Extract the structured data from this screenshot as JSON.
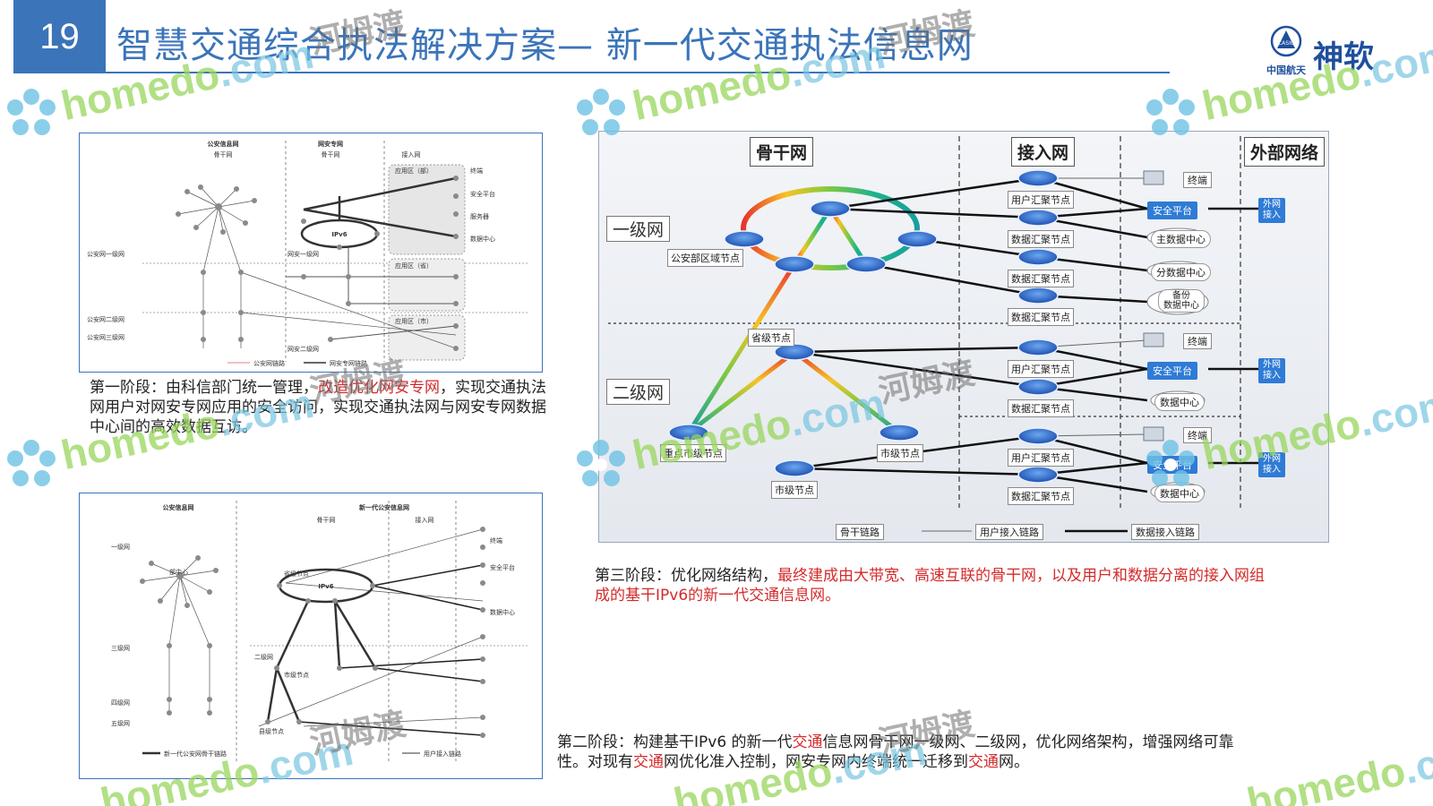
{
  "header": {
    "page_number": "19",
    "title": "智慧交通综合执法解决方案— 新一代交通执法信息网",
    "logo_text": "神软",
    "logo_sub": "中国航天",
    "logo_mark": "CASIC"
  },
  "watermark": {
    "brand": "homedo",
    "dotcom": ".com",
    "cn": "河姆渡"
  },
  "panel_top_left": {
    "headers": [
      "公安信息网",
      "网安专网",
      "接入网"
    ],
    "sub_headers": [
      "骨干网",
      "骨干网"
    ],
    "ipv6": "IPv6",
    "rows": [
      "公安网一级网",
      "网安一级网",
      "公安网二级网",
      "公安网三级网",
      "网安二级网"
    ],
    "legend": [
      "公安网链路",
      "网安专网链路"
    ],
    "sections": [
      "应用区（部）",
      "应用区（省）",
      "应用区（市）"
    ],
    "terminals": [
      "终端",
      "安全平台",
      "服务器",
      "数据中心"
    ]
  },
  "caption_stage1": {
    "before": "第一阶段：由科信部门统一管理，",
    "highlight": "改造优化网安专网",
    "after": "，实现交通执法网用户对网安专网应用的安全访问，实现交通执法网与网安专网数据中心间的高效数据互访。"
  },
  "panel_bottom_left": {
    "headers": [
      "公安信息网",
      "新一代公安信息网"
    ],
    "sub_headers": [
      "骨干网",
      "接入网"
    ],
    "ipv6": "IPv6",
    "rows": [
      "一级网",
      "二级网",
      "三级网",
      "四级网",
      "五级网"
    ],
    "nodes": [
      "部中心",
      "省级节点",
      "市级节点",
      "县级节点"
    ],
    "legend": [
      "新一代公安网骨干链路",
      "用户接入链路"
    ],
    "terminals": [
      "终端",
      "安全平台",
      "数据中心"
    ]
  },
  "caption_stage2": {
    "p1": "第二阶段：构建基干IPv6 的新一代",
    "r1": "交通",
    "p2": "信息网骨干网一级网、二级网，优化网络架构，增强网络可靠性。对现有",
    "r2": "交通",
    "p3": "网优化准入控制，网安专网内终端统一迁移到",
    "r3": "交通",
    "p4": "网。"
  },
  "main_diagram": {
    "headers": {
      "backbone": "骨干网",
      "access": "接入网",
      "external": "外部网络"
    },
    "levels": {
      "level1": "一级网",
      "level2": "二级网"
    },
    "nodes": {
      "ministry": "公安部区域节点",
      "province": "省级节点",
      "key_city": "重点市级节点",
      "city_a": "市级节点",
      "city_b": "市级节点"
    },
    "access_nodes": {
      "a1": "用户汇聚节点",
      "a2": "数据汇聚节点",
      "a3": "数据汇聚节点",
      "a4": "数据汇聚节点",
      "b1": "用户汇聚节点",
      "b2": "数据汇聚节点",
      "c1": "用户汇聚节点",
      "c2": "数据汇聚节点"
    },
    "terminals": {
      "t1": "终端",
      "t2": "终端",
      "t3": "终端"
    },
    "security": {
      "s1": "安全平台",
      "s2": "安全平台",
      "s3": "安全平台"
    },
    "data_centers": {
      "main": "主数据中心",
      "branch": "分数据中心",
      "backup_line1": "备份",
      "backup_line2": "数据中心",
      "dc2": "数据中心",
      "dc3": "数据中心"
    },
    "external": {
      "line1": "外网",
      "line2": "接入"
    },
    "legend": {
      "backbone": "骨干链路",
      "user": "用户接入链路",
      "data": "数据接入链路"
    }
  },
  "caption_stage3": {
    "before": "第三阶段：优化网络结构，",
    "highlight": "最终建成由大带宽、高速互联的骨干网，以及用户和数据分离的接入网组成的基干IPv6的新一代交通信息网。"
  },
  "colors": {
    "brand_blue": "#3b74b9",
    "highlight_red": "#d42a2a",
    "node_blue": "#2f6fd1",
    "security_blue": "#2f7bd6"
  }
}
